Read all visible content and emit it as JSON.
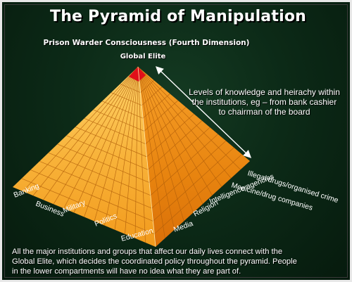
{
  "title": "The Pyramid of Manipulation",
  "subtitle": "Prison Warder Consciousness (Fourth Dimension)",
  "apex_label": "Global Elite",
  "levels_note": [
    "Levels of knowledge and heirachy within",
    "the institutions, eg – from bank cashier",
    "to chairman of the board"
  ],
  "left_face_labels": [
    "Banking",
    "Business",
    "Military",
    "Politics",
    "Education"
  ],
  "right_face_labels": [
    "Media",
    "Religion",
    "Intelligence agencies",
    "Medicine/drug companies",
    "Illegal drugs/organised crime"
  ],
  "footer": [
    "All the major institutions and groups that affect our daily lives connect with the",
    "Global Elite, which decides the coordinated policy throughout the pyramid. People",
    "in the lower compartments will have no idea what they are part of."
  ],
  "colors": {
    "background": "#0c2a17",
    "pyramid_left": "#f0a021",
    "pyramid_right": "#e07d10",
    "apex": "#e0101a",
    "grid_lines": "#8a4a06",
    "text": "#ffffff"
  }
}
